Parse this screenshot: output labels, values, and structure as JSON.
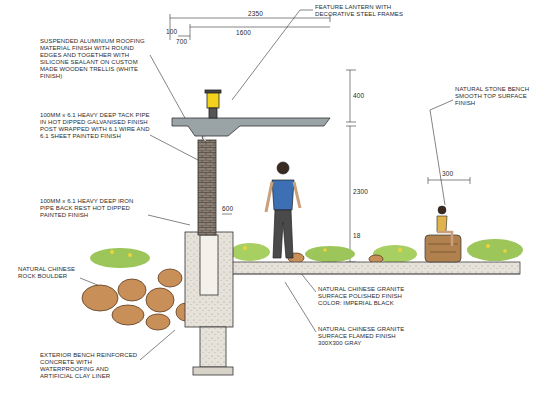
{
  "diagram": {
    "labels": [
      "2350",
      "1600",
      "100",
      "700",
      "400",
      "2300",
      "600",
      "300",
      "18",
      "FEATURE LANTERN WITH DECORATIVE STEEL FRAMES",
      "SUSPENDED ALUMINIUM ROOFING MATERIAL FINISH WITH ROUND EDGES AND TOGETHER WITH SILICONE SEALANT ON CUSTOM MADE WOODEN TRELLIS (WHITE FINISH)",
      "100MM x 6.1 HEAVY DEEP TACK PIPE IN HOT DIPPED GALVANISED FINISH POST WRAPPED WITH 6.1 WIRE AND 6.1 SHEET PAINTED FINISH",
      "100MM x 6.1 HEAVY DEEP IRON PIPE BACK REST HOT DIPPED PAINTED FINISH",
      "NATURAL CHINESE ROCK BOULDER",
      "EXTERIOR BENCH REINFORCED CONCRETE WITH WATERPROOFING AND ARTIFICIAL CLAY LINER",
      "NATURAL STONE BENCH SMOOTH TOP SURFACE FINISH",
      "NATURAL CHINESE GRANITE SURFACE POLISHED FINISH COLOR: IMPERIAL BLACK",
      "NATURAL CHINESE GRANITE SURFACE FLAMED FINISH 300X300 GRAY"
    ]
  }
}
